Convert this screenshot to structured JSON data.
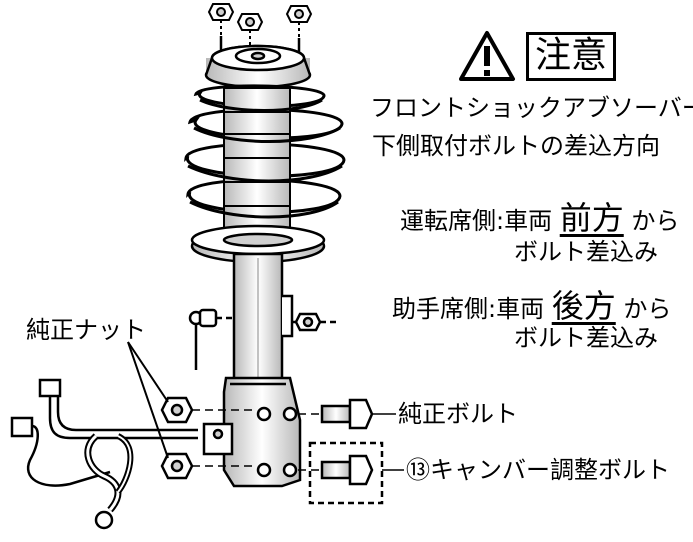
{
  "warning": {
    "icon": "warning-triangle-icon",
    "label": "注意"
  },
  "heading": {
    "line1": "フロントショックアブソーバー",
    "line2": "下側取付ボルトの差込方向"
  },
  "driver_side": {
    "label": "運転席側",
    "colon": ":",
    "prefix": "車両",
    "direction": "前方",
    "suffix": "から",
    "line2": "ボルト差込み"
  },
  "passenger_side": {
    "label": "助手席側",
    "colon": ":",
    "prefix": "車両",
    "direction": "後方",
    "suffix": "から",
    "line2": "ボルト差込み"
  },
  "labels": {
    "oem_nut": "純正ナット",
    "oem_bolt": "純正ボルト",
    "camber_bolt": "⑬キャンバー調整ボルト"
  },
  "colors": {
    "line": "#000000",
    "fill_light": "#ffffff",
    "shade": "#d0d0d0",
    "shade_dark": "#9a9a9a"
  }
}
